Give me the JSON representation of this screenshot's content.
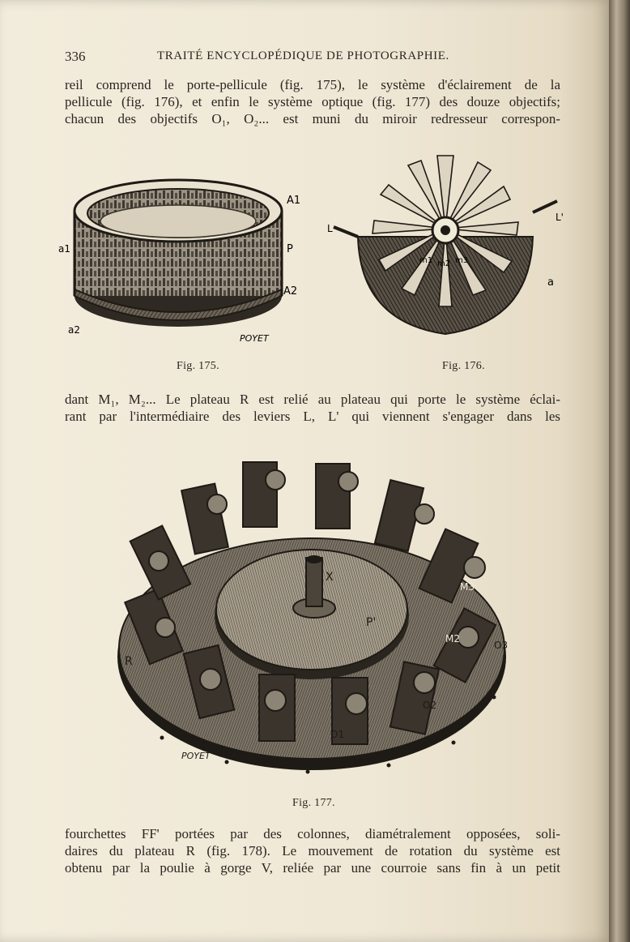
{
  "header": {
    "page_number": "336",
    "running_title": "TRAITÉ ENCYCLOPÉDIQUE DE PHOTOGRAPHIE."
  },
  "paragraph1": {
    "lines": [
      "reil comprend le porte-pellicule (fig. 175), le système d'éclairement de la",
      "pellicule (fig. 176), et enfin le système optique (fig. 177) des douze objectifs;",
      "chacun des objectifs O₁, O₂... est muni du miroir redresseur correspon-"
    ]
  },
  "figure175": {
    "caption": "Fig. 175.",
    "labels": {
      "a1_top": "A1",
      "p": "P",
      "a2_right": "A2",
      "a1_left": "a1",
      "a2_left": "a2",
      "signature": "POYET"
    }
  },
  "figure176": {
    "caption": "Fig. 176.",
    "labels": {
      "l_left": "L",
      "l_right": "L'",
      "a": "a",
      "m1": "m1",
      "m2": "m2",
      "m3": "m3"
    }
  },
  "paragraph2": {
    "lines": [
      "dant M₁, M₂... Le plateau R est relié au plateau qui porte le système éclai-",
      "rant par l'intermédiaire des leviers L, L' qui viennent s'engager dans les"
    ]
  },
  "figure177": {
    "caption": "Fig. 177.",
    "labels": {
      "x": "X",
      "p_prime": "P'",
      "r": "R",
      "m3": "M3",
      "m2": "M2",
      "o3": "O3",
      "o2": "O2",
      "o1": "O1",
      "signature": "POYET"
    }
  },
  "paragraph3": {
    "lines": [
      "fourchettes FF' portées par des colonnes, diamétralement opposées, soli-",
      "daires du plateau R (fig. 178). Le mouvement de rotation du système est",
      "obtenu par la poulie à gorge V, reliée par une courroie sans fin à un petit"
    ]
  }
}
